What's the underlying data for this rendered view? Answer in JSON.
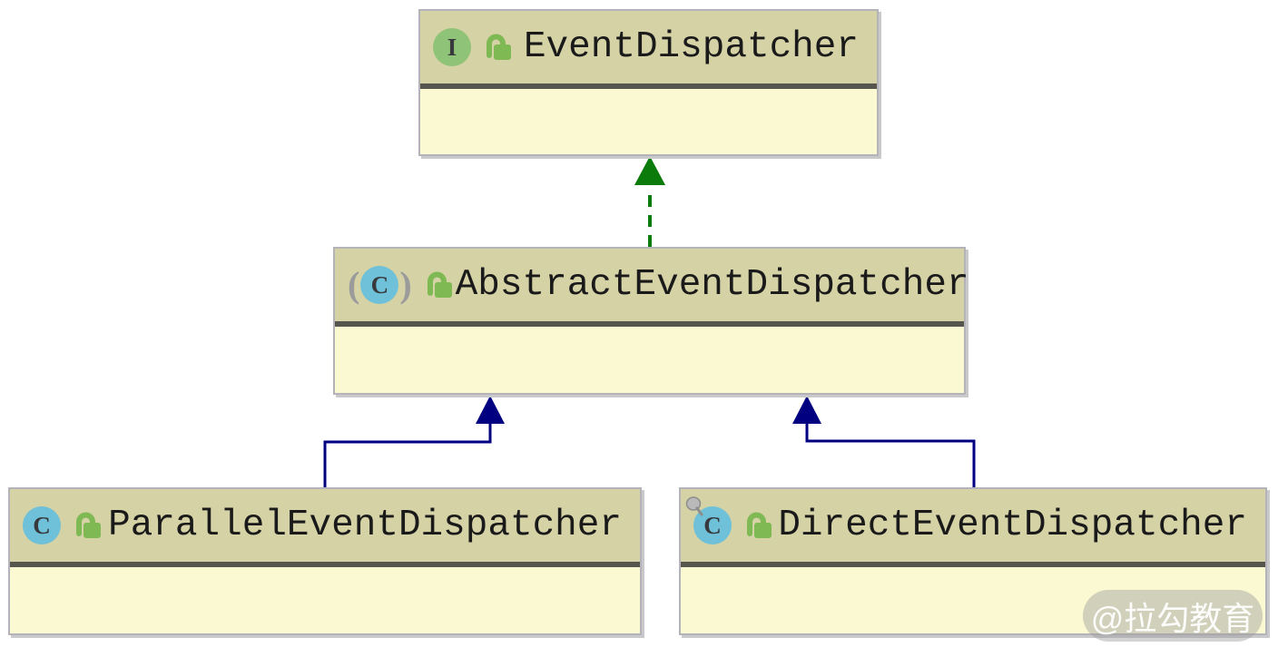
{
  "diagram": {
    "kind": "uml-class-diagram",
    "classes": [
      {
        "name": "EventDispatcher",
        "stereotype": "interface",
        "visibility": "public"
      },
      {
        "name": "AbstractEventDispatcher",
        "stereotype": "abstract-class",
        "visibility": "public"
      },
      {
        "name": "ParallelEventDispatcher",
        "stereotype": "class",
        "visibility": "public"
      },
      {
        "name": "DirectEventDispatcher",
        "stereotype": "class",
        "visibility": "public",
        "pinned": true
      }
    ],
    "relations": [
      {
        "from": "AbstractEventDispatcher",
        "to": "EventDispatcher",
        "type": "realization",
        "line": "dashed"
      },
      {
        "from": "ParallelEventDispatcher",
        "to": "AbstractEventDispatcher",
        "type": "inheritance",
        "line": "solid"
      },
      {
        "from": "DirectEventDispatcher",
        "to": "AbstractEventDispatcher",
        "type": "inheritance",
        "line": "solid"
      }
    ]
  },
  "icons": {
    "interface_letter": "I",
    "class_letter": "C",
    "paren_open": "(",
    "paren_close": ")"
  },
  "colors": {
    "header_bg": "#d5d2a6",
    "body_bg": "#fbf9d1",
    "separator": "#56564f",
    "node_border": "#b3b3b9",
    "title_text": "#1a1a1a",
    "realization_arrow": "#0b7c0b",
    "inheritance_arrow": "#000080",
    "interface_icon_bg": "#8fc377",
    "class_icon_bg": "#6ec1d8",
    "lock_green": "#7fb954",
    "pin_gray": "#b0b0b0"
  },
  "watermark": {
    "text": "@拉勾教育"
  }
}
